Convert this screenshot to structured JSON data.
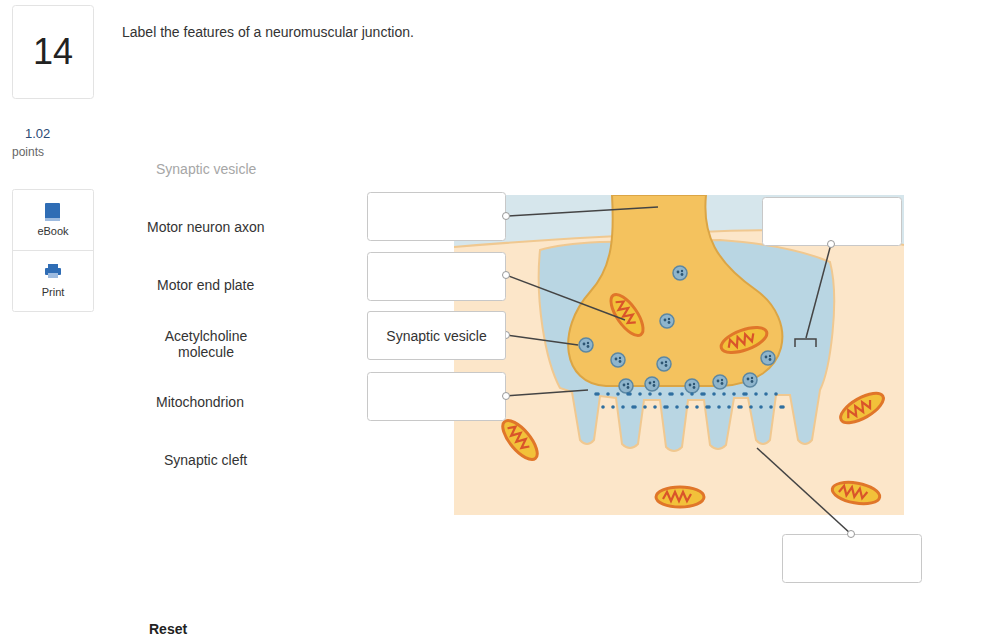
{
  "diagram": {
    "title": "Label the features of a neuromuscular junction.",
    "nodes": [
      {
        "text": [
          "14"
        ]
      },
      {
        "text": [
          "eBook"
        ]
      },
      {
        "text": [
          "Print"
        ]
      },
      {
        "text": [
          "Synaptic vesicle"
        ]
      }
    ],
    "labels": [
      "1.02",
      "points",
      "Synaptic vesicle",
      "Motor neuron axon",
      "Motor end plate",
      "Acetylcholine molecule",
      "Mitochondrion",
      "Synaptic cleft",
      "Reset"
    ]
  }
}
